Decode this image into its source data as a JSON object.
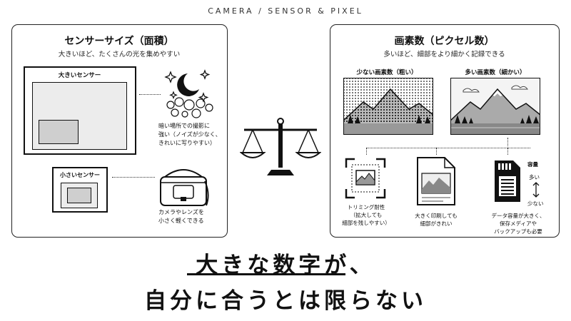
{
  "top_label": "CAMERA / SENSOR & PIXEL",
  "left": {
    "title": "センサーサイズ（面積）",
    "subtitle": "大きいほど、たくさんの光を集めやすい",
    "large_sensor_label": "大きいセンサー",
    "small_sensor_label": "小さいセンサー",
    "dark_note": [
      "暗い場所での撮影に",
      "強い（ノイズが少なく、",
      "きれいに写りやすい）"
    ],
    "bag_note": [
      "カメラやレンズを",
      "小さく軽くできる"
    ]
  },
  "right": {
    "title": "画素数（ピクセル数）",
    "subtitle": "多いほど、細部をより細かく記録できる",
    "few_label": "少ない画素数（粗い）",
    "many_label": "多い画素数（細かい）",
    "trim_note": [
      "トリミング耐性",
      "（拡大しても",
      "細部を残しやすい）"
    ],
    "print_note": [
      "大きく印刷しても",
      "細部がきれい"
    ],
    "data_note": [
      "データ容量が大きく、",
      "保存メディアや",
      "バックアップも必要"
    ],
    "capacity_label": "容量",
    "more_label": "多い",
    "less_label": "少ない"
  },
  "headline": {
    "line1": "大きな数字が、",
    "line2": "自分に合うとは限らない"
  },
  "icons": [
    "moon-stars-icon",
    "light-bubbles-icon",
    "balance-scale-icon",
    "camera-bag-icon",
    "crop-frame-icon",
    "print-document-icon",
    "sd-card-icon",
    "mountain-landscape-icon"
  ]
}
